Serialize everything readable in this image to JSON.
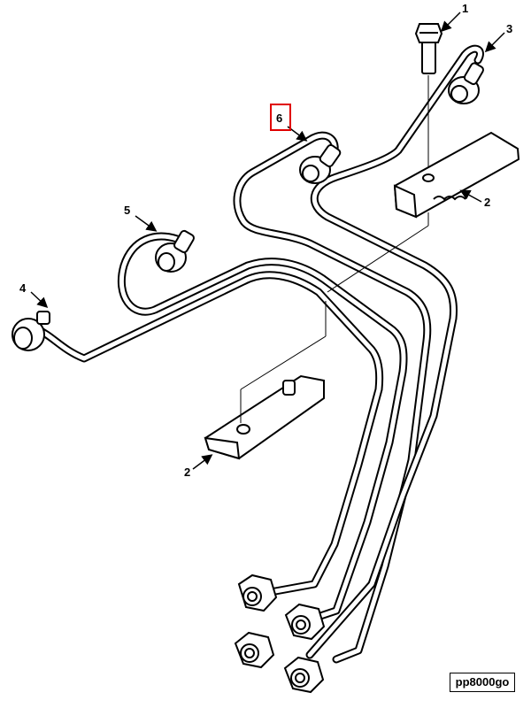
{
  "callouts": {
    "c1": "1",
    "c2_top": "2",
    "c2_bottom": "2",
    "c3": "3",
    "c4": "4",
    "c5": "5",
    "c6": "6"
  },
  "highlighted_callout": "6",
  "highlight_color": "#e00000",
  "drawing_code": "pp8000go"
}
